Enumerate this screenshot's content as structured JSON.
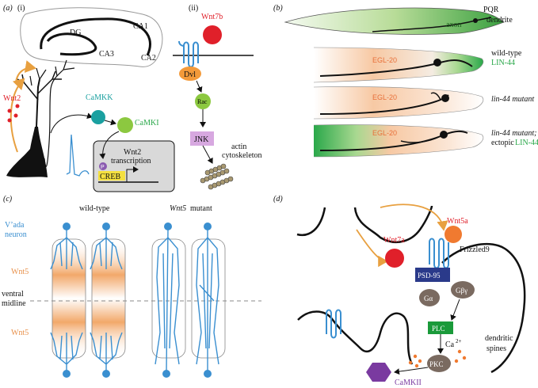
{
  "panel_a": {
    "label": "(a)",
    "sub_i": "(i)",
    "sub_ii": "(ii)",
    "dg": "DG",
    "ca1": "CA1",
    "ca3": "CA3",
    "ca2": "CA2",
    "wnt2": "Wnt2",
    "camkk": "CaMKK",
    "camki": "CaMKI",
    "wnt2_transcription_1": "Wnt2",
    "wnt2_transcription_2": "transcription",
    "p": "P",
    "creb": "CREB",
    "wnt7b": "Wnt7b",
    "dvl": "Dvl",
    "rac": "Rac",
    "jnk": "JNK",
    "actin_1": "actin",
    "actin_2": "cytoskeleton"
  },
  "panel_b": {
    "label": "(b)",
    "axon": "axon",
    "pqr": "PQR",
    "dendrite": "dendrite",
    "egl20_1": "EGL-20",
    "egl20_2": "EGL-20",
    "egl20_3": "EGL-20",
    "wildtype": "wild-type",
    "lin44_green": "LIN-44",
    "lin44_mutant": "lin-44 mutant",
    "lin44_mutant_2": "lin-44 mutant;",
    "ectopic": "ectopic",
    "lin44_green_2": "LIN-44"
  },
  "panel_c": {
    "label": "(c)",
    "wildtype": "wild-type",
    "wnt5_mutant_italic": "Wnt5",
    "wnt5_mutant_rest": "mutant",
    "vada_1": "V’ada",
    "vada_2": "neuron",
    "wnt5_top": "Wnt5",
    "ventral_1": "ventral",
    "ventral_2": "midline",
    "wnt5_bottom": "Wnt5"
  },
  "panel_d": {
    "label": "(d)",
    "wnt5a": "Wnt5a",
    "wnt7a": "Wnt7a",
    "frizzled9": "Frizzled9",
    "psd95": "PSD-95",
    "gby": "Gβγ",
    "ga": "Gα",
    "plc": "PLC",
    "ca": "Ca",
    "ca_sup": "2+",
    "pkc": "PKC",
    "camkii": "CaMKII",
    "dendritic_1": "dendritic",
    "dendritic_2": "spines"
  },
  "colors": {
    "neuron_blue": "#3a8fd0",
    "wnt_red": "#e0202a",
    "wnt_orange": "#e8904a",
    "egl_orange": "#f0a070",
    "lin44_green": "#2aa84a",
    "plc_green": "#1a9a3a",
    "psd95_navy": "#2a3a8a",
    "camkii_purple": "#7a3aa0"
  }
}
